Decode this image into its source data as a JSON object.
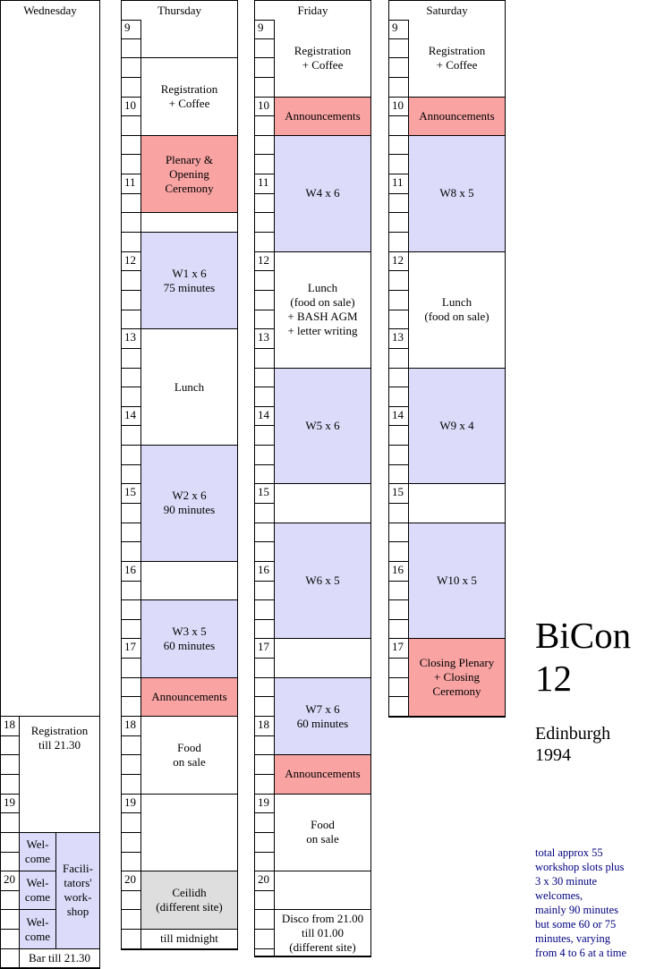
{
  "colors": {
    "pink": "#f9a3a3",
    "lavender": "#dcdcfa",
    "grey": "#dedede",
    "white": "#ffffff",
    "note": "#000080"
  },
  "days": [
    {
      "name": "Wednesday",
      "hour_start": 36,
      "hour_end": 49,
      "hour_labels": {
        "36": "18",
        "40": "19",
        "44": "20"
      },
      "events": [
        {
          "label": "",
          "start": 0,
          "end": 36,
          "color": "white",
          "full": true
        },
        {
          "label": "Registration\ntill 21.30",
          "start": 36,
          "end": 42,
          "color": "white",
          "valign": "top"
        },
        {
          "label": "Wel-\ncome",
          "start": 42,
          "end": 44,
          "color": "lavender",
          "part": "left"
        },
        {
          "label": "Wel-\ncome",
          "start": 44,
          "end": 46,
          "color": "lavender",
          "part": "left"
        },
        {
          "label": "Wel-\ncome",
          "start": 46,
          "end": 48,
          "color": "lavender",
          "part": "left"
        },
        {
          "label": "Facili-\ntators'\nwork-\nshop",
          "start": 42,
          "end": 48,
          "color": "lavender",
          "part": "right"
        },
        {
          "label": "Bar till 21.30",
          "start": 48,
          "end": 49,
          "color": "white"
        }
      ]
    },
    {
      "name": "Thursday",
      "hour_start": 0,
      "hour_end": 48,
      "hour_labels": {
        "0": "9",
        "4": "10",
        "8": "11",
        "12": "12",
        "16": "13",
        "20": "14",
        "24": "15",
        "28": "16",
        "32": "17",
        "36": "18",
        "40": "19",
        "44": "20"
      },
      "events": [
        {
          "label": "",
          "start": 0,
          "end": 2,
          "color": "white"
        },
        {
          "label": "Registration\n+ Coffee",
          "start": 2,
          "end": 6,
          "color": "white"
        },
        {
          "label": "Plenary &\nOpening\nCeremony",
          "start": 6,
          "end": 10,
          "color": "pink"
        },
        {
          "label": "",
          "start": 10,
          "end": 11,
          "color": "white"
        },
        {
          "label": "W1 x 6\n75 minutes",
          "start": 11,
          "end": 16,
          "color": "lavender"
        },
        {
          "label": "Lunch",
          "start": 16,
          "end": 22,
          "color": "white"
        },
        {
          "label": "W2 x 6\n90 minutes",
          "start": 22,
          "end": 28,
          "color": "lavender"
        },
        {
          "label": "",
          "start": 28,
          "end": 30,
          "color": "white"
        },
        {
          "label": "W3 x 5\n60 minutes",
          "start": 30,
          "end": 34,
          "color": "lavender"
        },
        {
          "label": "Announcements",
          "start": 34,
          "end": 36,
          "color": "pink"
        },
        {
          "label": "Food\non sale",
          "start": 36,
          "end": 40,
          "color": "white"
        },
        {
          "label": "",
          "start": 40,
          "end": 44,
          "color": "white"
        },
        {
          "label": "Ceilidh\n(different site)",
          "start": 44,
          "end": 47,
          "color": "grey"
        },
        {
          "label": "till midnight",
          "start": 47,
          "end": 48,
          "color": "white"
        }
      ]
    },
    {
      "name": "Friday",
      "hour_start": 0,
      "hour_end": 48.4,
      "hour_labels": {
        "0": "9",
        "4": "10",
        "8": "11",
        "12": "12",
        "16": "13",
        "20": "14",
        "24": "15",
        "28": "16",
        "32": "17",
        "36": "18",
        "40": "19",
        "44": "20"
      },
      "events": [
        {
          "label": "Registration\n+ Coffee",
          "start": 0,
          "end": 4,
          "color": "white"
        },
        {
          "label": "Announcements",
          "start": 4,
          "end": 6,
          "color": "pink"
        },
        {
          "label": "W4 x 6",
          "start": 6,
          "end": 12,
          "color": "lavender"
        },
        {
          "label": "Lunch\n(food on sale)\n+ BASH AGM\n+ letter writing",
          "start": 12,
          "end": 18,
          "color": "white"
        },
        {
          "label": "W5 x 6",
          "start": 18,
          "end": 24,
          "color": "lavender"
        },
        {
          "label": "",
          "start": 24,
          "end": 26,
          "color": "white"
        },
        {
          "label": "W6 x 5",
          "start": 26,
          "end": 32,
          "color": "lavender"
        },
        {
          "label": "",
          "start": 32,
          "end": 34,
          "color": "white"
        },
        {
          "label": "W7 x 6\n60 minutes",
          "start": 34,
          "end": 38,
          "color": "lavender"
        },
        {
          "label": "Announcements",
          "start": 38,
          "end": 40,
          "color": "pink"
        },
        {
          "label": "Food\non sale",
          "start": 40,
          "end": 44,
          "color": "white"
        },
        {
          "label": "",
          "start": 44,
          "end": 46,
          "color": "white"
        },
        {
          "label": "Disco from 21.00\ntill 01.00\n(different site)",
          "start": 46,
          "end": 48.4,
          "color": "white"
        }
      ]
    },
    {
      "name": "Saturday",
      "hour_start": 0,
      "hour_end": 36,
      "hour_labels": {
        "0": "9",
        "4": "10",
        "8": "11",
        "12": "12",
        "16": "13",
        "20": "14",
        "24": "15",
        "28": "16",
        "32": "17"
      },
      "events": [
        {
          "label": "Registration\n+ Coffee",
          "start": 0,
          "end": 4,
          "color": "white"
        },
        {
          "label": "Announcements",
          "start": 4,
          "end": 6,
          "color": "pink"
        },
        {
          "label": "W8 x 5",
          "start": 6,
          "end": 12,
          "color": "lavender"
        },
        {
          "label": "Lunch\n(food on sale)",
          "start": 12,
          "end": 18,
          "color": "white"
        },
        {
          "label": "W9 x 4",
          "start": 18,
          "end": 24,
          "color": "lavender"
        },
        {
          "label": "",
          "start": 24,
          "end": 26,
          "color": "white"
        },
        {
          "label": "W10 x 5",
          "start": 26,
          "end": 32,
          "color": "lavender"
        },
        {
          "label": "Closing Plenary\n+ Closing\nCeremony",
          "start": 32,
          "end": 36,
          "color": "pink"
        }
      ]
    }
  ],
  "side": {
    "title": "BiCon\n12",
    "place": "Edinburgh\n1994",
    "note": "total approx 55\nworkshop slots plus\n3 x 30 minute\nwelcomes,\nmainly 90 minutes\nbut some 60 or 75\nminutes, varying\nfrom 4 to 6 at a time"
  }
}
